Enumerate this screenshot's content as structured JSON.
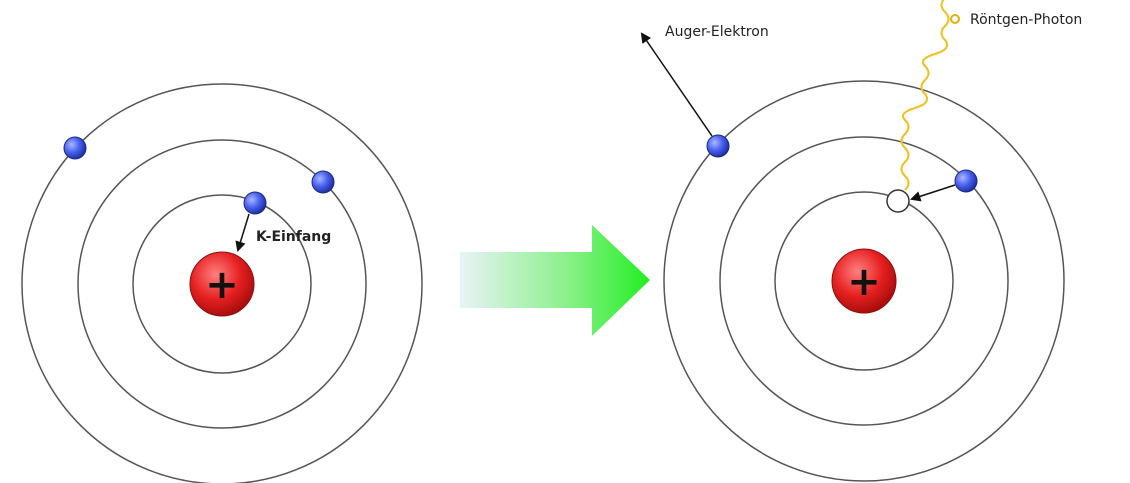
{
  "labels": {
    "k_capture": "K-Einfang",
    "auger_electron": "Auger-Elektron",
    "xray_photon": "Röntgen-Photon",
    "nucleus_sign": "+"
  },
  "colors": {
    "electron": "#3d56e8",
    "nucleus": "#e02222",
    "orbit": "#555555",
    "arrow_gradient_end": "#22ee22",
    "photon": "#f0c020"
  }
}
